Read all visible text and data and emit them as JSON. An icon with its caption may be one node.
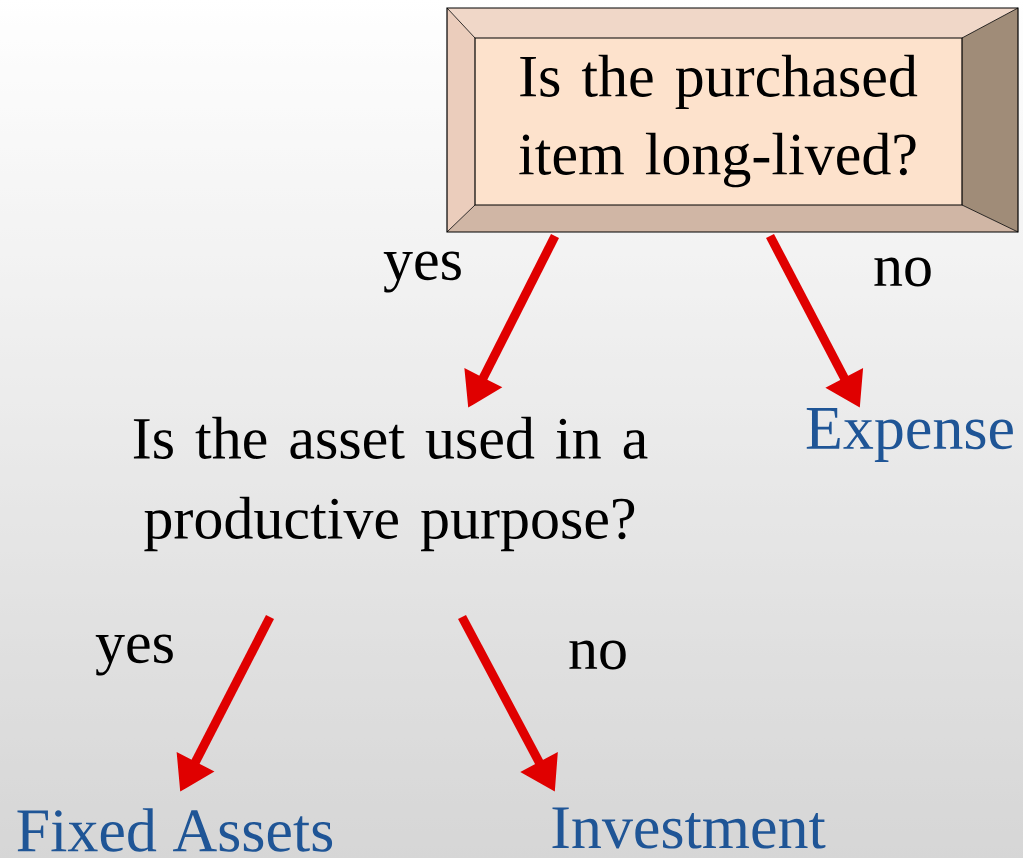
{
  "diagram": {
    "nodes": [
      {
        "text": [
          "Is the purchased item long-lived?"
        ]
      },
      {
        "text": [
          "Is the asset used in a productive purpose?"
        ]
      },
      {
        "text": [
          "Expense"
        ]
      },
      {
        "text": [
          "Fixed Assets"
        ]
      },
      {
        "text": [
          "Investment"
        ]
      }
    ],
    "edges": [
      {
        "from": 0,
        "to": 1,
        "arrow": "to",
        "label": "yes"
      },
      {
        "from": 0,
        "to": 2,
        "arrow": "to",
        "label": "no"
      },
      {
        "from": 1,
        "to": 3,
        "arrow": "to",
        "label": "yes"
      },
      {
        "from": 1,
        "to": 4,
        "arrow": "to",
        "label": "no"
      }
    ]
  }
}
